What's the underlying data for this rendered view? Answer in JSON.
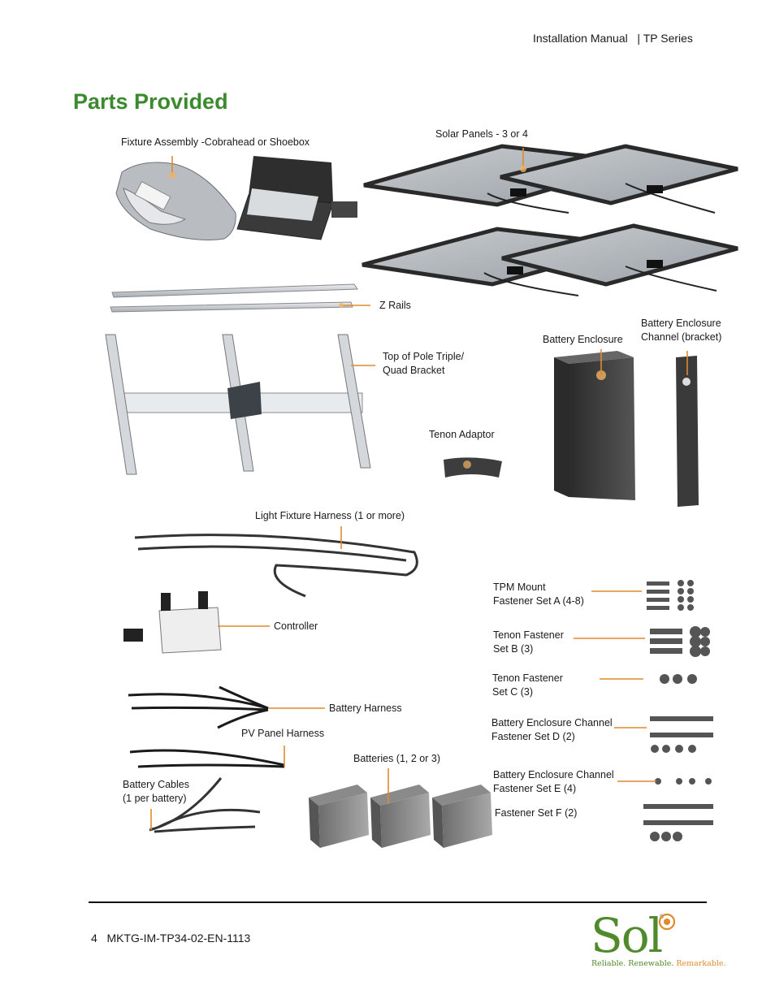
{
  "header": {
    "doc": "Installation Manual",
    "sep": "|",
    "series": "TP Series"
  },
  "page_title": "Parts Provided",
  "labels": {
    "fixture": "Fixture Assembly -Cobrahead or Shoebox",
    "solar_panels": "Solar Panels - 3 or 4",
    "z_rails": "Z Rails",
    "battery_enclosure": "Battery Enclosure",
    "bec_line1": "Battery Enclosure",
    "bec_line2": "Channel (bracket)",
    "top_pole_line1": "Top of Pole Triple/",
    "top_pole_line2": "Quad Bracket",
    "tenon_adaptor": "Tenon Adaptor",
    "light_harness": "Light Fixture Harness (1 or more)",
    "tpm_line1": "TPM Mount",
    "tpm_line2": "Fastener Set A (4-8)",
    "controller": "Controller",
    "tenon_b_line1": "Tenon Fastener",
    "tenon_b_line2": "Set B (3)",
    "tenon_c_line1": "Tenon Fastener",
    "tenon_c_line2": "Set C (3)",
    "battery_harness": "Battery Harness",
    "bec_d_line1": "Battery Enclosure Channel",
    "bec_d_line2": "Fastener Set D (2)",
    "pv_harness": "PV Panel Harness",
    "batteries": "Batteries (1, 2 or 3)",
    "bec_e_line1": "Battery Enclosure Channel",
    "bec_e_line2": "Fastener Set E (4)",
    "cables_line1": "Battery Cables",
    "cables_line2": "(1 per battery)",
    "fastener_f": "Fastener Set F (2)"
  },
  "footer": {
    "page_number": "4",
    "doc_code": "MKTG-IM-TP34-02-EN-1113"
  },
  "logo": {
    "wordmark": "Sol",
    "registered": "®",
    "tagline_a": "Reliable. Renewable. ",
    "tagline_b": "Remarkable."
  },
  "colors": {
    "title_green": "#3b8a2e",
    "callout_orange": "#e08a2c",
    "logo_green": "#4f8a2b"
  }
}
